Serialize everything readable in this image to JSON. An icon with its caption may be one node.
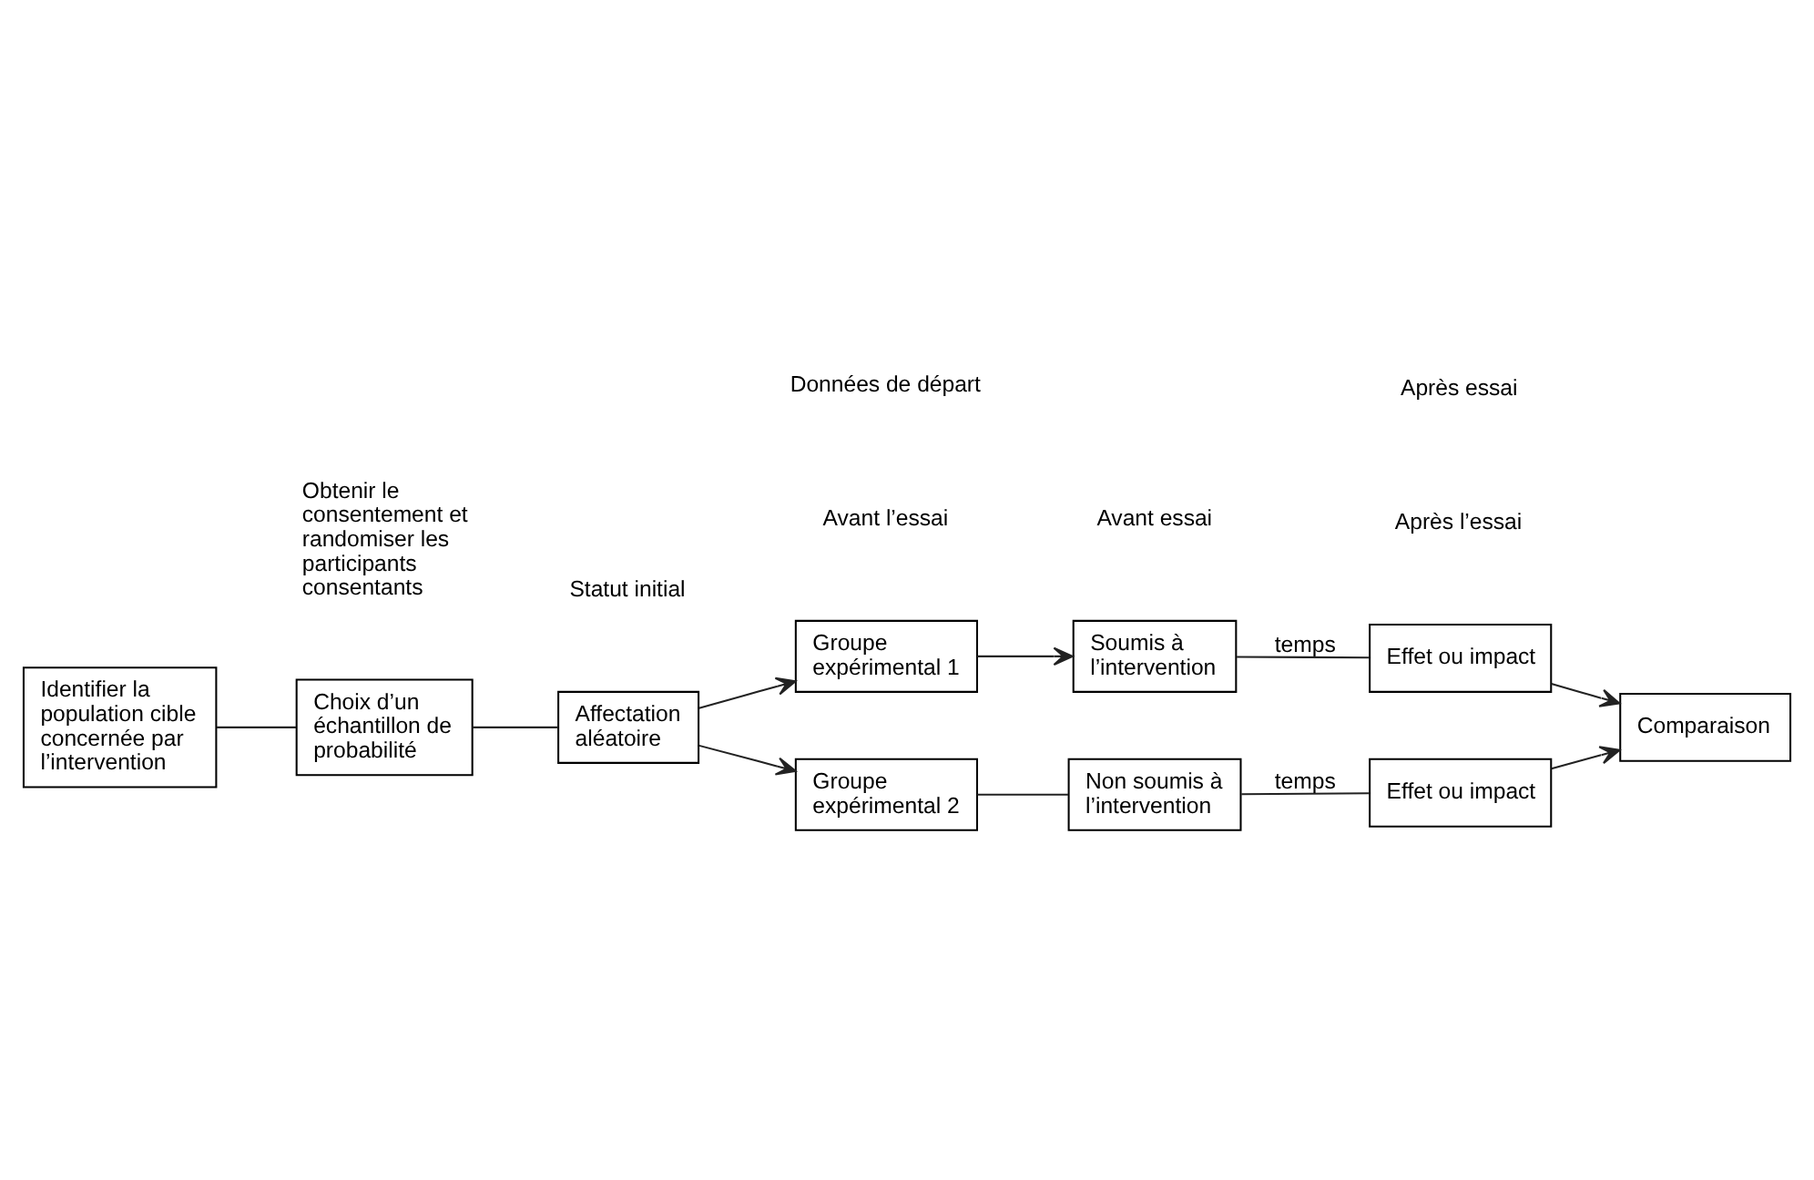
{
  "diagram": {
    "nodes": [
      {
        "text": [
          "Identifier la population cible concernée par l’intervention"
        ]
      },
      {
        "text": [
          "Choix d’un échantillon de probabilité"
        ]
      },
      {
        "text": [
          "Affectation aléatoire"
        ]
      },
      {
        "text": [
          "Groupe expérimental 1"
        ]
      },
      {
        "text": [
          "Soumis à l’intervention"
        ]
      },
      {
        "text": [
          "Effet ou impact"
        ]
      },
      {
        "text": [
          "Groupe expérimental 2"
        ]
      },
      {
        "text": [
          "Non soumis à l’intervention"
        ]
      },
      {
        "text": [
          "Effet ou impact"
        ]
      },
      {
        "text": [
          "Comparaison"
        ]
      }
    ],
    "edges": [
      {
        "from": 0,
        "to": 1,
        "arrow": "none"
      },
      {
        "from": 1,
        "to": 2,
        "arrow": "none"
      },
      {
        "from": 2,
        "to": 3,
        "arrow": "to"
      },
      {
        "from": 3,
        "to": 4,
        "arrow": "to"
      },
      {
        "from": 4,
        "to": 5,
        "arrow": "none",
        "label": "temps"
      },
      {
        "from": 2,
        "to": 6,
        "arrow": "to"
      },
      {
        "from": 6,
        "to": 7,
        "arrow": "none"
      },
      {
        "from": 7,
        "to": 8,
        "arrow": "none",
        "label": "temps"
      },
      {
        "from": 5,
        "to": 9,
        "arrow": "to"
      },
      {
        "from": 8,
        "to": 9,
        "arrow": "to"
      }
    ],
    "labels": [
      "Avant l’essai",
      "Données de départ",
      "Après l’essai",
      "Statut initial",
      "Obtenir le consentement et randomiser les participants consentants",
      "Avant essai",
      "Après essai"
    ]
  }
}
